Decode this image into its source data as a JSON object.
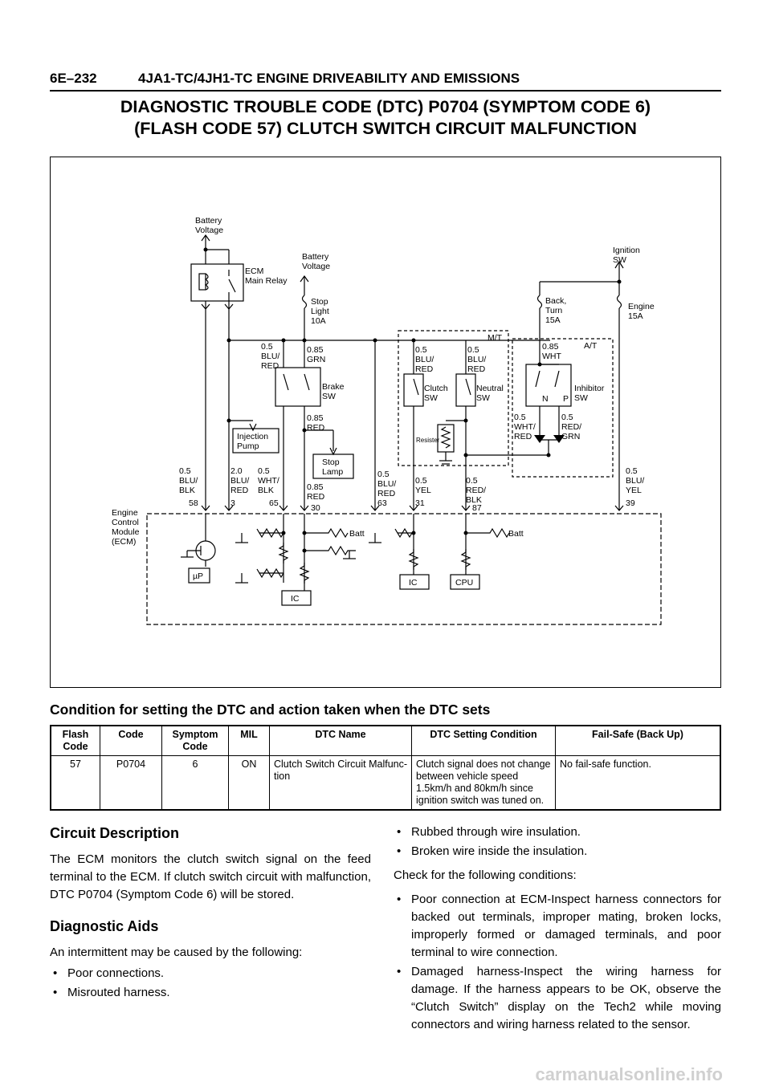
{
  "header": {
    "page_code": "6E–232",
    "section": "4JA1-TC/4JH1-TC ENGINE DRIVEABILITY AND EMISSIONS"
  },
  "title": {
    "line1": "DIAGNOSTIC TROUBLE CODE (DTC) P0704 (SYMPTOM CODE 6)",
    "line2": "(FLASH CODE 57) CLUTCH SWITCH CIRCUIT MALFUNCTION"
  },
  "diagram": {
    "battery_voltage_1": [
      "Battery",
      "Voltage"
    ],
    "ecm_main_relay": [
      "ECM",
      "Main Relay"
    ],
    "battery_voltage_2": [
      "Battery",
      "Voltage"
    ],
    "stop_light_fuse": [
      "Stop",
      "Light",
      "10A"
    ],
    "ignition_sw": [
      "Ignition",
      "SW"
    ],
    "back_turn_fuse": [
      "Back,",
      "Turn",
      "15A"
    ],
    "engine_fuse": [
      "Engine",
      "15A"
    ],
    "mt_label": "M/T",
    "at_label": "A/T",
    "wire_blu_red_1": [
      "0.5",
      "BLU/",
      "RED"
    ],
    "wire_085_grn": [
      "0.85",
      "GRN"
    ],
    "brake_sw": [
      "Brake",
      "SW"
    ],
    "wire_085_red_1": [
      "0.85",
      "RED"
    ],
    "injection_pump": [
      "Injection",
      "Pump"
    ],
    "stop_lamp": [
      "Stop",
      "Lamp"
    ],
    "wire_clutch_top": [
      "0.5",
      "BLU/",
      "RED"
    ],
    "wire_neutral_top": [
      "0.5",
      "BLU/",
      "RED"
    ],
    "clutch_sw": [
      "Clutch",
      "SW"
    ],
    "neutral_sw": [
      "Neutral",
      "SW"
    ],
    "resister": "Resister",
    "wire_085_wht": [
      "0.85",
      "WHT"
    ],
    "inhibitor_sw": [
      "Inhibitor",
      "SW"
    ],
    "n_label": "N",
    "p_label": "P",
    "wire_wht_red": [
      "0.5",
      "WHT/",
      "RED"
    ],
    "wire_red_grn": [
      "0.5",
      "RED/",
      "GRN"
    ],
    "wire_58": [
      "0.5",
      "BLU/",
      "BLK"
    ],
    "wire_3": [
      "2.0",
      "BLU/",
      "RED"
    ],
    "wire_65": [
      "0.5",
      "WHT/",
      "BLK"
    ],
    "wire_30": [
      "0.85",
      "RED"
    ],
    "wire_63": [
      "0.5",
      "BLU/",
      "RED"
    ],
    "wire_31": [
      "0.5",
      "YEL"
    ],
    "wire_87": [
      "0.5",
      "RED/",
      "BLK"
    ],
    "wire_39": [
      "0.5",
      "BLU/",
      "YEL"
    ],
    "pins": [
      "58",
      "3",
      "65",
      "30",
      "63",
      "31",
      "87",
      "39"
    ],
    "ecm_label": [
      "Engine",
      "Control",
      "Module",
      "(ECM)"
    ],
    "batt_1": "Batt",
    "batt_2": "Batt",
    "up": "µP",
    "ic_1": "IC",
    "ic_2": "IC",
    "cpu": "CPU"
  },
  "condition_heading": "Condition for setting the DTC and action taken when the DTC sets",
  "table": {
    "headers": [
      "Flash Code",
      "Code",
      "Symptom Code",
      "MIL",
      "DTC Name",
      "DTC Setting Condition",
      "Fail-Safe (Back Up)"
    ],
    "row": [
      "57",
      "P0704",
      "6",
      "ON",
      "Clutch Switch Circuit Malfunc-tion",
      "Clutch signal does not change between vehicle speed 1.5km/h and 80km/h since ignition switch was tuned on.",
      "No fail-safe function."
    ]
  },
  "circuit_description": {
    "heading": "Circuit Description",
    "text": "The ECM monitors the clutch switch signal on the feed terminal to the ECM. If clutch switch circuit with malfunction, DTC P0704 (Symptom Code 6) will be stored."
  },
  "diagnostic_aids": {
    "heading": "Diagnostic Aids",
    "intro": "An intermittent may be caused by the following:",
    "items": [
      "Poor connections.",
      "Misrouted harness."
    ]
  },
  "right_column": {
    "items_top": [
      "Rubbed through wire insulation.",
      "Broken wire inside the insulation."
    ],
    "check_intro": "Check for the following conditions:",
    "items_bottom": [
      "Poor connection at ECM-Inspect harness connectors for backed out terminals, improper mating, broken locks, improperly formed or damaged terminals, and poor terminal to wire connection.",
      "Damaged harness-Inspect the wiring harness for damage. If the harness appears to be OK, observe the “Clutch Switch” display on the Tech2 while moving connectors and wiring harness related to the sensor."
    ]
  },
  "watermark": "carmanualsonline.info"
}
